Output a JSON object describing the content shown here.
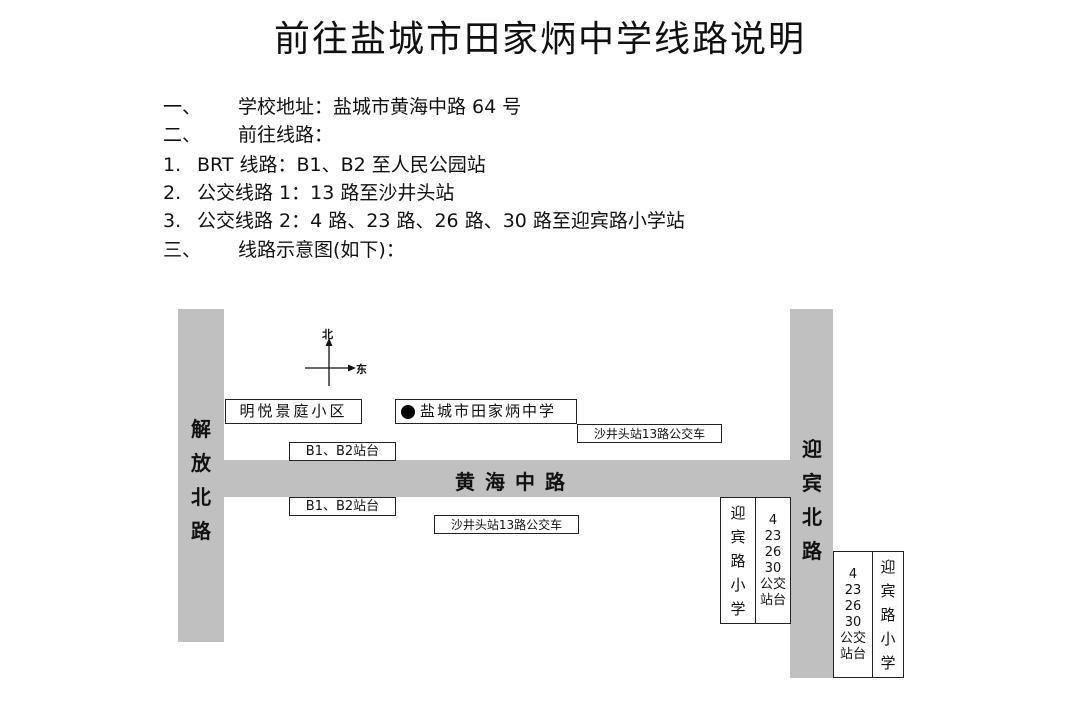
{
  "title": "前往盐城市田家炳中学线路说明",
  "sections": [
    {
      "num": "一、",
      "text": "学校地址：盐城市黄海中路 64 号"
    },
    {
      "num": "二、",
      "text": "前往线路："
    },
    {
      "num": "1.",
      "text": "BRT 线路：B1、B2 至人民公园站"
    },
    {
      "num": "2.",
      "text": "公交线路 1：13 路至沙井头站"
    },
    {
      "num": "3.",
      "text": "公交线路 2：4 路、23 路、26 路、30 路至迎宾路小学站"
    },
    {
      "num": "三、",
      "text": "线路示意图(如下)："
    }
  ],
  "map": {
    "compass": {
      "north": "北",
      "east": "东"
    },
    "roads": {
      "west": "解放北路",
      "middle": "黄海中路",
      "east": "迎宾北路"
    },
    "road_chars": {
      "west": [
        "解",
        "放",
        "北",
        "路"
      ],
      "middle": [
        "黄",
        "海",
        "中",
        "路"
      ],
      "east": [
        "迎",
        "宾",
        "北",
        "路"
      ]
    },
    "landmarks": {
      "community": "明悦景庭小区",
      "school": "盐城市田家炳中学"
    },
    "stops": {
      "brt_north": "B1、B2站台",
      "brt_south": "B1、B2站台",
      "bus13_north": "沙井头站13路公交车",
      "bus13_south": "沙井头站13路公交车",
      "yingbin_west": {
        "name_chars": [
          "迎",
          "宾",
          "路",
          "小",
          "学"
        ],
        "routes": [
          "4",
          "23",
          "26",
          "30",
          "公交",
          "站台"
        ]
      },
      "yingbin_east": {
        "name_chars": [
          "迎",
          "宾",
          "路",
          "小",
          "学"
        ],
        "routes": [
          "4",
          "23",
          "26",
          "30",
          "公交",
          "站台"
        ]
      }
    },
    "colors": {
      "road": "#c0c0c0",
      "border": "#222222",
      "text": "#111111"
    }
  }
}
